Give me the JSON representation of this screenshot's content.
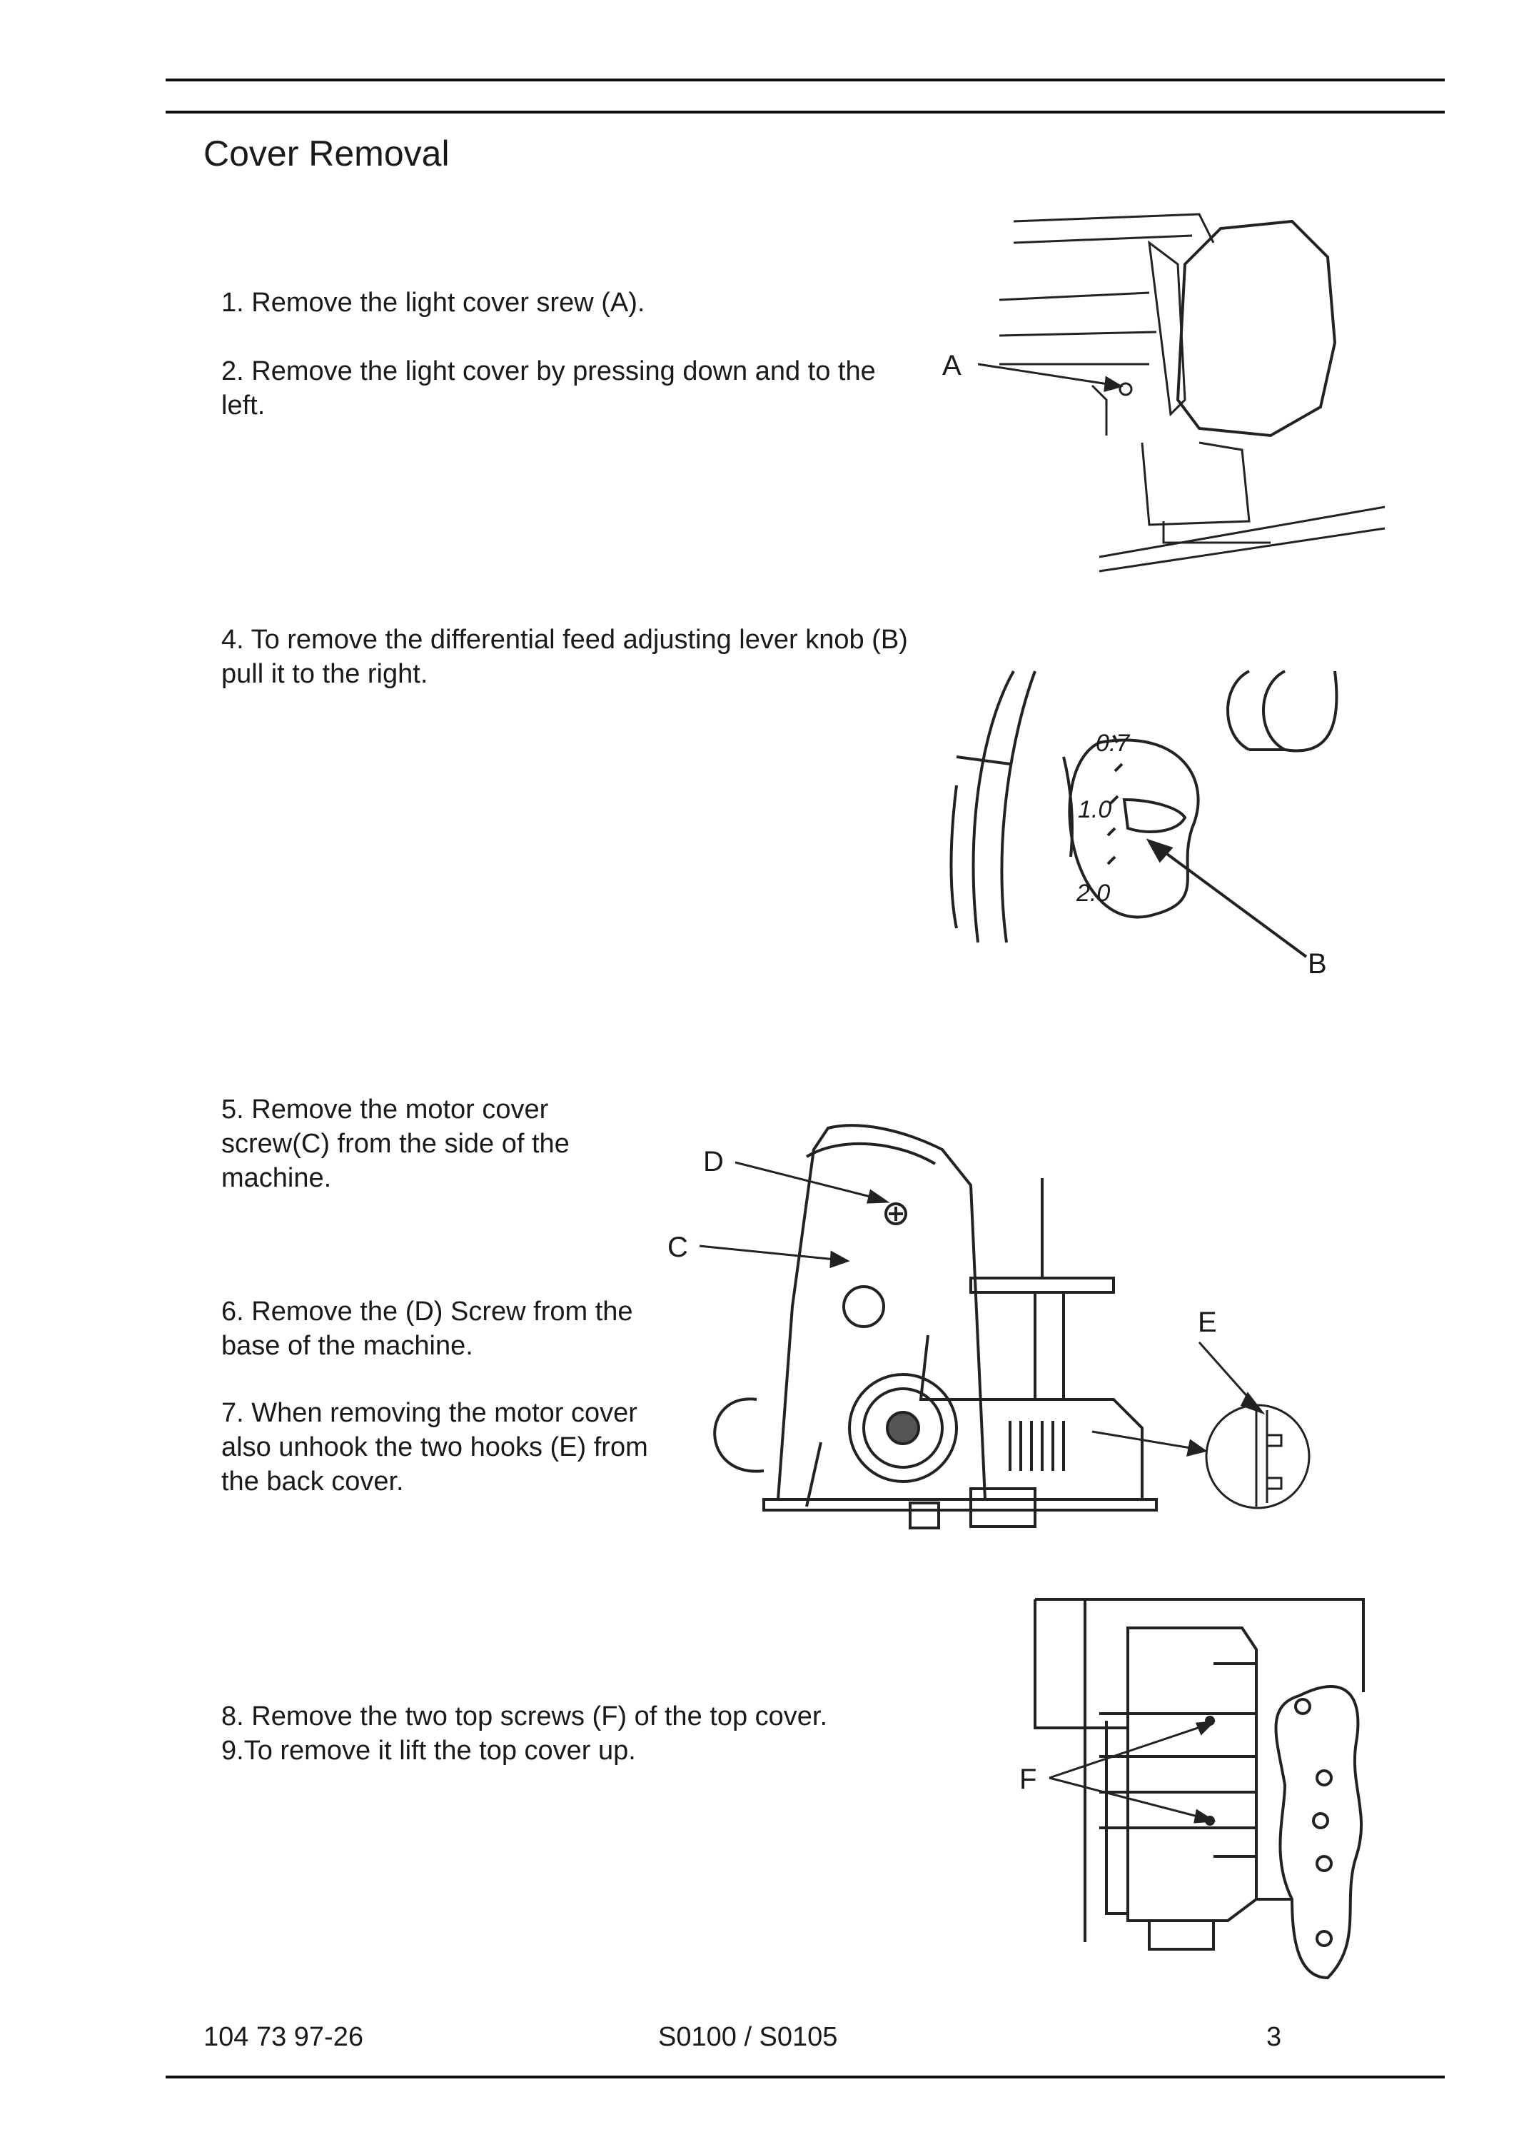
{
  "header": {
    "title": "Cover Removal"
  },
  "steps": {
    "s1": "1. Remove the light cover srew (A).",
    "s2": "2. Remove the light cover by pressing down and to the left.",
    "s4": "4. To remove the differential feed adjusting lever knob (B) pull it to the right.",
    "s5": "5. Remove the motor cover screw(C) from the side of the machine.",
    "s6": "6. Remove the (D) Screw from the base of the machine.",
    "s7": "7. When removing the motor cover also unhook the two hooks (E) from the back cover.",
    "s8": "8. Remove the two top screws (F) of the top cover.",
    "s9": "9.To remove it  lift the top cover up."
  },
  "labels": {
    "a": "A",
    "b": "B",
    "c": "C",
    "d": "D",
    "e": "E",
    "f": "F"
  },
  "dial": {
    "t07": "0.7",
    "t10": "1.0",
    "t20": "2.0"
  },
  "footer": {
    "part_number": "104 73 97-26",
    "models": "S0100 / S0105",
    "page": "3"
  }
}
